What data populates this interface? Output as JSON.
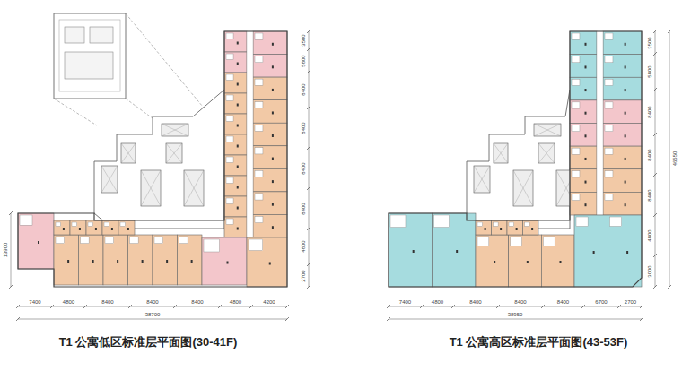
{
  "diagram": {
    "labels": [
      "T1 公寓低区标准层平面图(30-41F)",
      "T1 公寓高区标准层平面图(43-53F)",
      "7400",
      "4800",
      "8400",
      "8400",
      "8400",
      "4800",
      "4200",
      "38700",
      "3500",
      "5800",
      "8400",
      "8400",
      "8400",
      "8400",
      "4800",
      "2700",
      "13900",
      "7400",
      "4800",
      "8400",
      "8400",
      "8400",
      "6700",
      "2700",
      "38950",
      "3500",
      "5800",
      "8400",
      "8400",
      "8400",
      "4800",
      "3000",
      "46550"
    ]
  }
}
